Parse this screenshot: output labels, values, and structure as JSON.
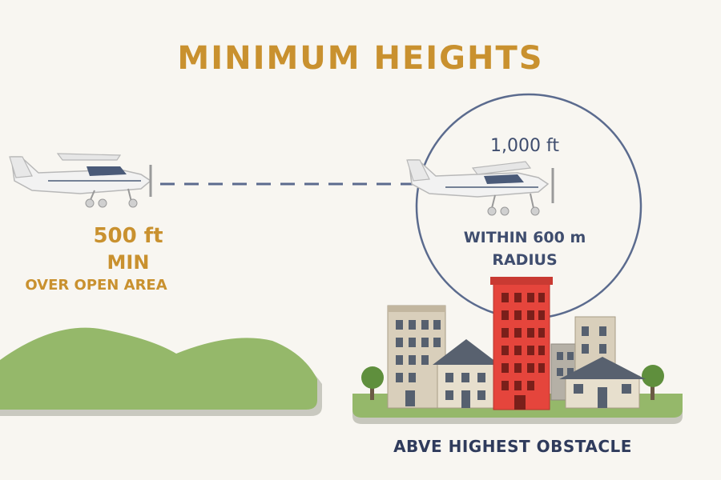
{
  "title": "MINIMUM HEIGHTS",
  "left": {
    "altitude": "500 ft",
    "qualifier": "MIN",
    "condition": "OVER OPEN AREA"
  },
  "right": {
    "altitude": "1,000 ft",
    "within": "WITHIN 600 m",
    "radius": "RADIUS"
  },
  "caption": "ABVE HIGHEST OBSTACLE",
  "colors": {
    "accent_gold": "#c9912f",
    "navy": "#3f4d6e",
    "hill_green": "#95b86a",
    "tower_red": "#e5453c",
    "background": "#f8f6f1"
  },
  "icons": [
    "airplane-icon",
    "airplane-icon",
    "hill-icon",
    "building-icon",
    "house-icon",
    "tree-icon"
  ]
}
